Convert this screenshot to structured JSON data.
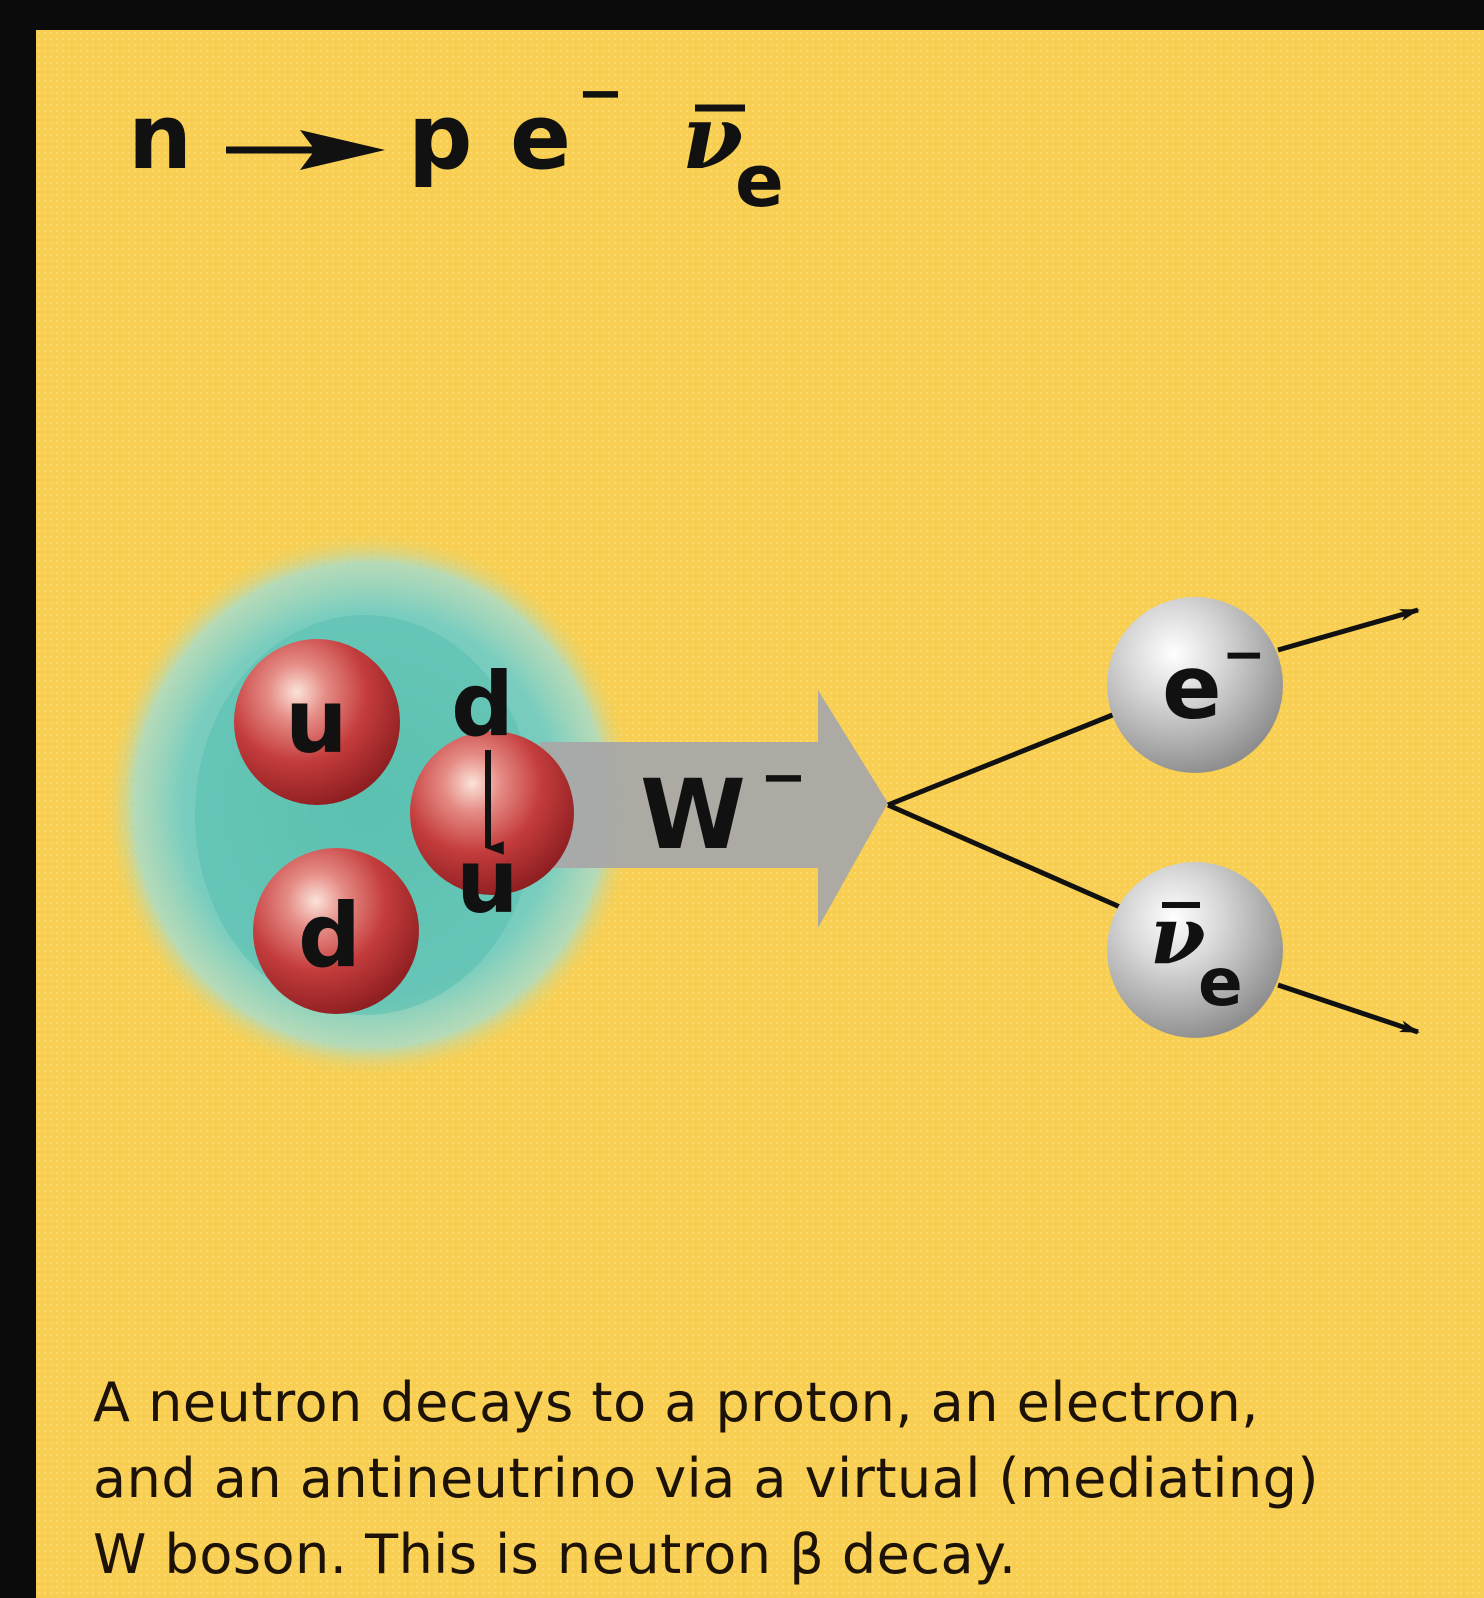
{
  "equation": {
    "neutron": "n",
    "proton": "p",
    "electron_base": "e",
    "electron_charge": "−",
    "antineutrino_base": "ν",
    "antineutrino_sub": "e"
  },
  "nucleon_quarks": {
    "top_left": "u",
    "bottom_left": "d",
    "transition_from": "d",
    "transition_to": "u"
  },
  "boson": {
    "base": "W",
    "charge": "−"
  },
  "products": {
    "electron_base": "e",
    "electron_charge": "−",
    "antineutrino_base": "ν",
    "antineutrino_sub": "e"
  },
  "caption": {
    "line1": "A neutron decays to a proton, an electron,",
    "line2": "and an antineutrino via a virtual (mediating)",
    "line3": "W boson. This is neutron β decay."
  },
  "colors": {
    "background": "#f8cf52",
    "quark_red": "#c23a3a",
    "cloud_teal": "#7fcfc0",
    "boson_arrow_gray": "#a8a8a8",
    "lepton_gray": "#c8c8c8"
  }
}
